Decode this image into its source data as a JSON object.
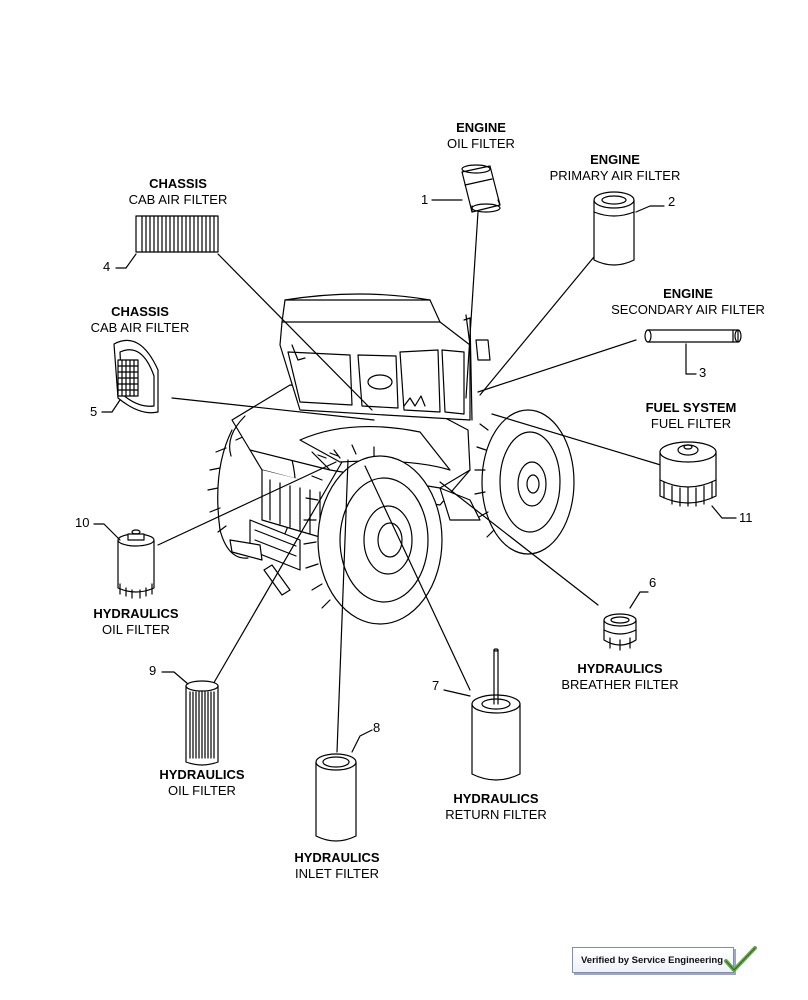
{
  "parts": [
    {
      "num": "1",
      "category": "ENGINE",
      "name": "OIL FILTER"
    },
    {
      "num": "2",
      "category": "ENGINE",
      "name": "PRIMARY AIR FILTER"
    },
    {
      "num": "3",
      "category": "ENGINE",
      "name": "SECONDARY AIR FILTER"
    },
    {
      "num": "4",
      "category": "CHASSIS",
      "name": "CAB AIR FILTER"
    },
    {
      "num": "5",
      "category": "CHASSIS",
      "name": "CAB AIR FILTER"
    },
    {
      "num": "6",
      "category": "HYDRAULICS",
      "name": "BREATHER FILTER"
    },
    {
      "num": "7",
      "category": "HYDRAULICS",
      "name": "RETURN FILTER"
    },
    {
      "num": "8",
      "category": "HYDRAULICS",
      "name": "INLET FILTER"
    },
    {
      "num": "9",
      "category": "HYDRAULICS",
      "name": "OIL FILTER"
    },
    {
      "num": "10",
      "category": "HYDRAULICS",
      "name": "OIL FILTER"
    },
    {
      "num": "11",
      "category": "FUEL SYSTEM",
      "name": "FUEL FILTER"
    }
  ],
  "badge": {
    "text": "Verified by Service Engineering"
  },
  "colors": {
    "line": "#000000",
    "badge_border": "#7f8fb4",
    "check": "#6aa84f"
  },
  "icons": {
    "check": "check-mark-icon",
    "logo": "tractor-logo-icon"
  }
}
